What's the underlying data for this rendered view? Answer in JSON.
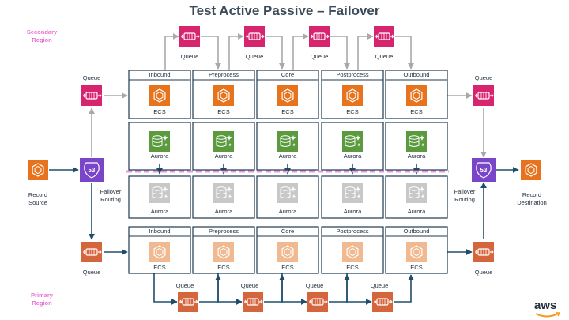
{
  "title": "Test Active Passive – Failover",
  "regions": {
    "secondary": [
      "Secondary",
      "Region"
    ],
    "primary": [
      "Primary",
      "Region"
    ]
  },
  "stages": [
    "Inbound",
    "Preprocess",
    "Core",
    "Postprocess",
    "Outbound"
  ],
  "labels": {
    "ecs": "ECS",
    "aurora": "Aurora",
    "queue": "Queue",
    "record_source": [
      "Record",
      "Source"
    ],
    "failover_routing": [
      "Failover",
      "Routing"
    ],
    "record_destination": [
      "Record",
      "Destination"
    ],
    "route53": "53"
  },
  "brand": "aws",
  "colors": {
    "queue_secondary": "#d6246e",
    "queue_primary": "#d4653d",
    "ecs_active": "#e8731e",
    "ecs_inactive": "#f0b98f",
    "aurora_active": "#5b9b3e",
    "aurora_inactive": "#c8c8c8",
    "route53": "#7a46c9",
    "box_stroke": "#1f3a4d",
    "arrow_secondary": "#a9a9a9",
    "arrow_primary": "#1f4e6b",
    "failover_line": "#e59ae3",
    "region_label": "#e96fd6"
  },
  "icons": {
    "queue": "sqs-queue-icon",
    "ecs": "ecs-container-icon",
    "aurora": "aurora-database-icon",
    "route53": "route53-shield-icon"
  }
}
